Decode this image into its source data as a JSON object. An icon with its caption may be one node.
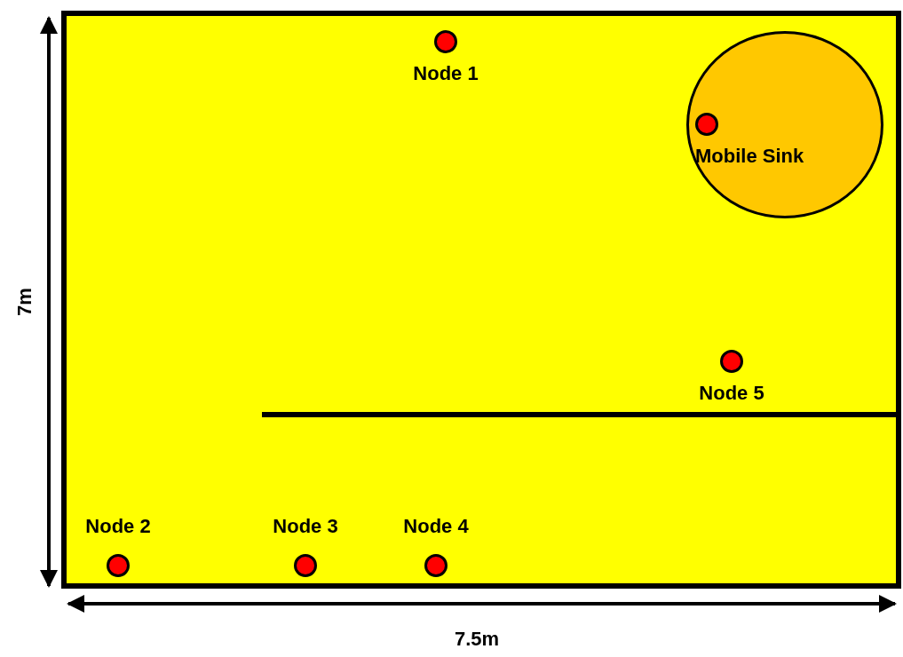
{
  "diagram": {
    "nodes": [
      {
        "text": [
          "Node 1"
        ]
      },
      {
        "text": [],
        "shape": "circle"
      },
      {
        "text": [
          "Mobile Sink"
        ],
        "in": 1
      },
      {
        "text": [
          "Node 5"
        ]
      },
      {
        "text": [
          "Node 2"
        ]
      },
      {
        "text": [
          "Node 3"
        ]
      },
      {
        "text": [
          "Node 4"
        ]
      }
    ],
    "edges": [],
    "labels": [
      "7m",
      "7.5m"
    ]
  }
}
